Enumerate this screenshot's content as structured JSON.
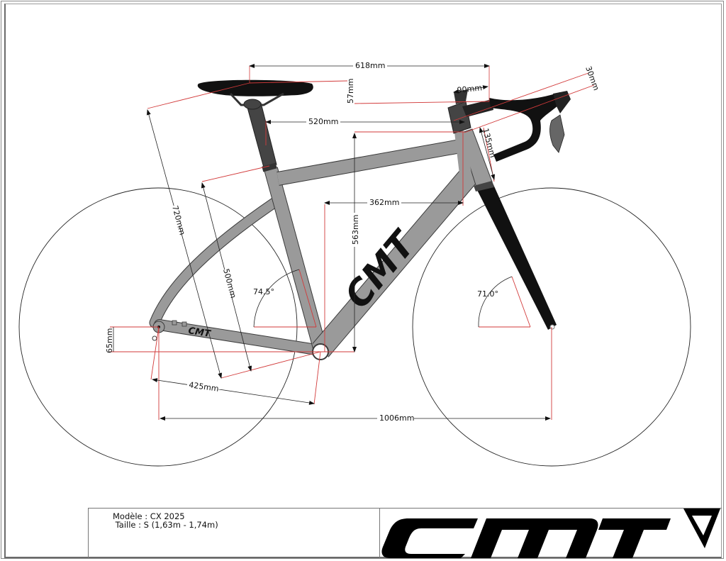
{
  "drawing": {
    "type": "bicycle-geometry-diagram",
    "brand": "CMT",
    "dimensions": {
      "reach_horizontal": "618mm",
      "stem_length": "90mm",
      "handlebar_reach": "30mm",
      "saddle_drop": "57mm",
      "top_tube_effective": "520mm",
      "head_tube": "135mm",
      "reach": "362mm",
      "stack": "563mm",
      "saddle_height": "720mm",
      "seat_tube": "500mm",
      "seat_angle": "74.5°",
      "head_angle": "71.0°",
      "bb_drop": "65mm",
      "chainstay": "425mm",
      "wheelbase": "1006mm"
    },
    "colors": {
      "frame": "#9a9a9a",
      "frame_outline": "#3a3a3a",
      "component": "#111111",
      "seatpost": "#444444",
      "dimension_line": "#222222",
      "reference_line": "#d23a3a",
      "wheel_outline": "#222222"
    }
  },
  "title_block": {
    "model_line": "Modèle : CX 2025",
    "size_line": " Taille : S (1,63m - 1,74m)",
    "logo_text": "CMT"
  }
}
